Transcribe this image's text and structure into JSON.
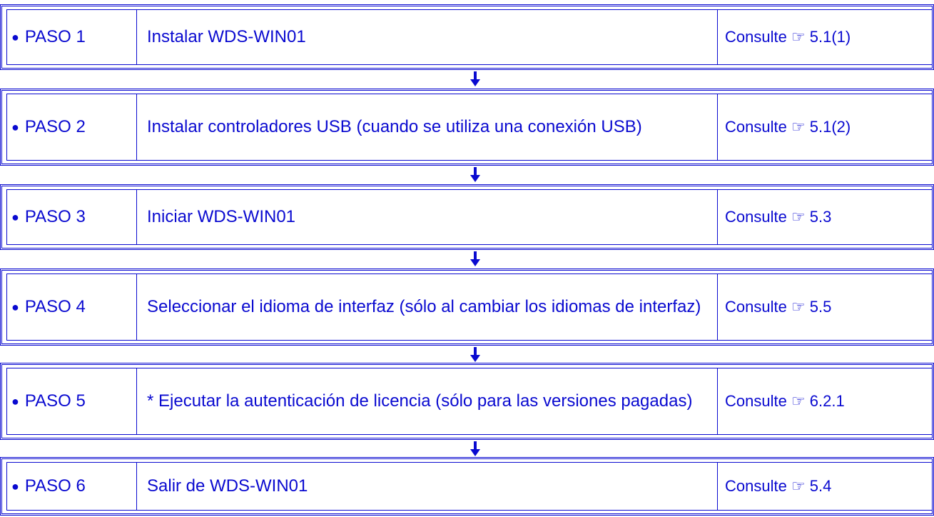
{
  "steps": [
    {
      "label": "PASO 1",
      "action": "Instalar WDS-WIN01",
      "ref": "Consulte ☞ 5.1(1)"
    },
    {
      "label": "PASO 2",
      "action": "Instalar controladores USB (cuando se utiliza una conexión USB)",
      "ref": "Consulte ☞ 5.1(2)"
    },
    {
      "label": "PASO 3",
      "action": "Iniciar WDS-WIN01",
      "ref": "Consulte ☞ 5.3"
    },
    {
      "label": "PASO 4",
      "action": "Seleccionar el idioma de interfaz (sólo al cambiar los idiomas de interfaz)",
      "ref": "Consulte ☞ 5.5"
    },
    {
      "label": "PASO 5",
      "action": "* Ejecutar la autenticación de licencia (sólo para las versiones pagadas)",
      "ref": "Consulte ☞ 6.2.1"
    },
    {
      "label": "PASO 6",
      "action": "Salir de WDS-WIN01",
      "ref": "Consulte ☞ 5.4"
    }
  ],
  "bullet_symbol": "●",
  "arrow_icon": "arrow-down-icon",
  "colors": {
    "accent": "#0a0ad0"
  }
}
